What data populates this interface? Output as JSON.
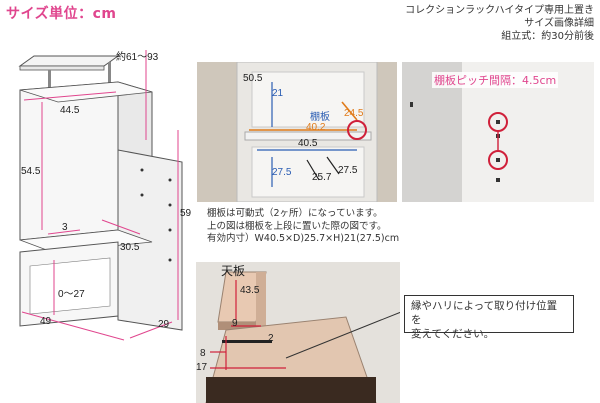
{
  "unit_label": "サイズ単位：cm",
  "header": {
    "line1": "コレクションラックハイタイプ専用上置き",
    "line2": "サイズ画像詳細",
    "line3": "組立式：約30分前後"
  },
  "drawing": {
    "height_range": "約61～93",
    "top_width": "44.5",
    "inner_height": "54.5",
    "total_height": "59",
    "small_depth": "3",
    "side_depth": "30.5",
    "bottom_range": "0～27",
    "width": "49",
    "depth": "29"
  },
  "shelf_photo": {
    "h_total": "50.5",
    "h_upper": "21",
    "shelf_label": "棚板",
    "shelf_depth": "24.5",
    "shelf_width": "40.2",
    "inner_width": "40.5",
    "h_lower": "27.5",
    "d_left": "25.7",
    "d_right": "27.5"
  },
  "pitch_label": "棚板ピッチ間隔：4.5cm",
  "caption": {
    "line1": "棚板は可動式（2ヶ所）になっています。",
    "line2": "上の図は棚板を上段に置いた際の図です。",
    "line3": "有効内寸）W40.5×D)25.7×H)21(27.5)cm"
  },
  "top_board": {
    "title": "天板",
    "w43": "43.5",
    "w9": "9",
    "w2": "2",
    "w8": "8",
    "w17": "17",
    "callout_line1": "縁やハリによって取り付け位置を",
    "callout_line2": "変えてください。"
  },
  "colors": {
    "accent_pink": "#e0468e",
    "dim_blue": "#2b5db3",
    "dim_orange": "#e07b1a",
    "dim_red": "#d0203a"
  }
}
